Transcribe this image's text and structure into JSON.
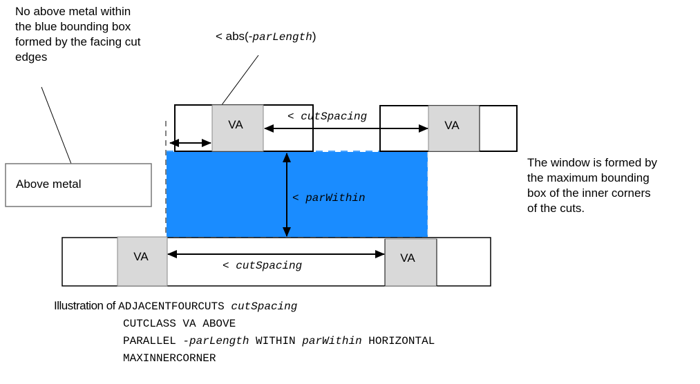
{
  "notes": {
    "top_left": [
      "No above metal within",
      "the blue bounding box",
      "formed by the facing cut",
      "edges"
    ],
    "right": [
      "The window is formed by",
      "the maximum bounding",
      "box of the inner corners",
      "of the cuts."
    ],
    "above_metal_box": "Above metal"
  },
  "labels": {
    "abs_prefix": "< abs(-",
    "abs_param": "parLength",
    "abs_suffix": ")",
    "cut_spacing_top_prefix": "< ",
    "cut_spacing_top_param": "cutSpacing",
    "par_within_prefix": "< ",
    "par_within_param": "parWithin",
    "cut_spacing_bottom_prefix": "< ",
    "cut_spacing_bottom_param": "cutSpacing"
  },
  "cuts": {
    "top_left": "VA",
    "top_right": "VA",
    "bottom_left": "VA",
    "bottom_right": "VA"
  },
  "colors": {
    "window_fill": "#1a8cff",
    "cut_fill": "#d9d9d9",
    "outline": "#000000"
  },
  "caption": {
    "intro": "Illustration of ",
    "line1_keyword": "ADJACENTFOURCUTS ",
    "line1_param": "cutSpacing",
    "line2": "CUTCLASS VA ABOVE",
    "line3_kw1": "PARALLEL ",
    "line3_param1": "-parLength",
    "line3_kw2": " WITHIN ",
    "line3_param2": "parWithin",
    "line3_kw3": " HORIZONTAL",
    "line4": "MAXINNERCORNER"
  }
}
